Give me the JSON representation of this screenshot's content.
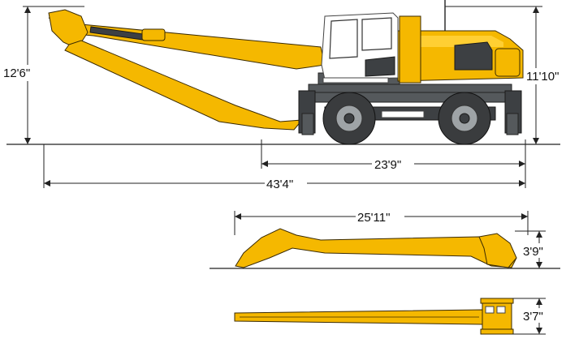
{
  "dimensions": {
    "height_stick": "12'6\"",
    "height_cab": "11'10\"",
    "wheelbase_length": "23'9\"",
    "overall_length": "43'4\"",
    "stick_length": "25'11\"",
    "stick_height": "3'9\"",
    "stick_width": "3'7\""
  },
  "colors": {
    "machine_yellow": "#f5b800",
    "undercarriage_grey": "#55595c",
    "line": "#222222"
  }
}
